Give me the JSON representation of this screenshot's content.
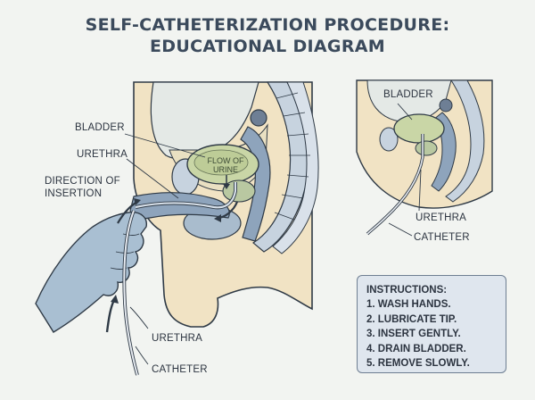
{
  "title": {
    "line1": "SELF-CATHETERIZATION PROCEDURE:",
    "line2": "EDUCATIONAL DIAGRAM"
  },
  "main_labels": {
    "bladder": "BLADDER",
    "urethra_top": "URETHRA",
    "direction_line1": "DIRECTION OF",
    "direction_line2": "INSERTION",
    "flow_line1": "FLOW OF",
    "flow_line2": "URINE",
    "urethra_bottom": "URETHRA",
    "catheter": "CATHETER"
  },
  "inset_labels": {
    "bladder": "BLADDER",
    "urethra": "URETHRA",
    "catheter": "CATHETER"
  },
  "instructions": {
    "heading": "INSTRUCTIONS:",
    "steps": [
      "1. WASH HANDS.",
      "2. LUBRICATE TIP.",
      "3. INSERT GENTLY.",
      "4. DRAIN BLADDER.",
      "5. REMOVE SLOWLY."
    ]
  },
  "colors": {
    "skin": "#f1e3c4",
    "bladder": "#c9d6a6",
    "glove": "#a9bfd2",
    "organ_blue": "#8ea4bc",
    "bone_blue": "#c7d3df",
    "outline": "#2f3a46"
  }
}
